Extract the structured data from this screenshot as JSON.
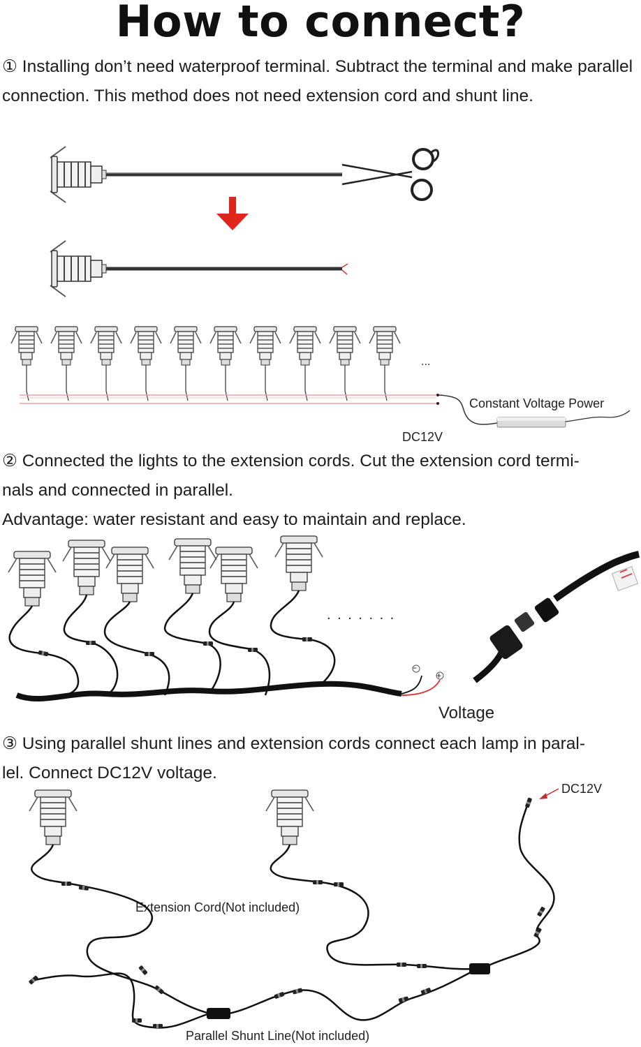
{
  "title": "How to connect?",
  "section1": {
    "text": "① Installing don’t need waterproof terminal. Subtract the terminal and make parallel connection. This method does not need extension cord and shunt line.",
    "ellipsis": "...",
    "power_label": "Constant Voltage Power",
    "dc_label": "DC12V"
  },
  "section2": {
    "line1": "② Connected the lights to the extension cords. Cut the extension cord termi-",
    "line2": "nals and connected in parallel.",
    "advantage": "Advantage: water resistant and easy to maintain and replace.",
    "ellipsis": ". . . . . . .",
    "minus": "−",
    "plus": "+",
    "voltage_label": "Voltage"
  },
  "section3": {
    "line1": "③ Using parallel shunt lines and extension cords connect each lamp in paral-",
    "line2": "lel. Connect DC12V voltage.",
    "dc_label": "DC12V",
    "extension_label": "Extension Cord(Not included)",
    "shunt_label": "Parallel Shunt Line(Not included)"
  },
  "colors": {
    "arrow": "#e0261c",
    "wire_red": "#e05050",
    "text": "#1c1c1c"
  }
}
